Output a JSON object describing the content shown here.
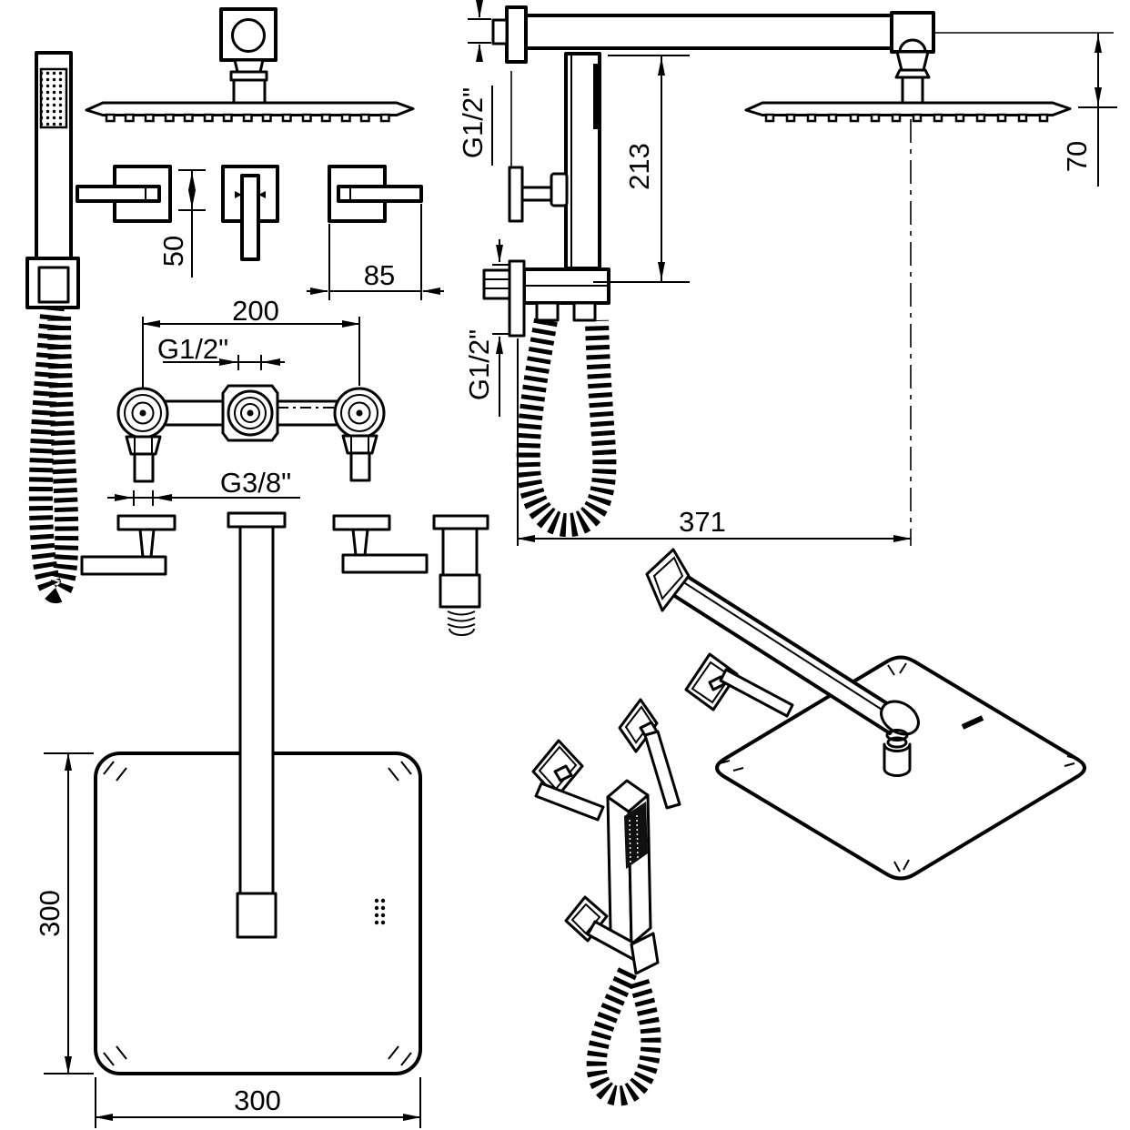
{
  "meta": {
    "colors": {
      "ink": "#000000",
      "paper": "#ffffff"
    }
  },
  "labels": {
    "front_view": {
      "trim_offset": "50",
      "trim_width": "85",
      "valve_spacing": "200",
      "inlet_thread": "G1/2\"",
      "supply_thread": "G3/8\""
    },
    "side_view": {
      "wall_thread": "G1/2\"",
      "column_height": "213",
      "head_drop": "70",
      "outlet_thread": "G1/2\"",
      "arm_reach": "371"
    },
    "plate_view": {
      "height": "300",
      "width": "300"
    }
  }
}
